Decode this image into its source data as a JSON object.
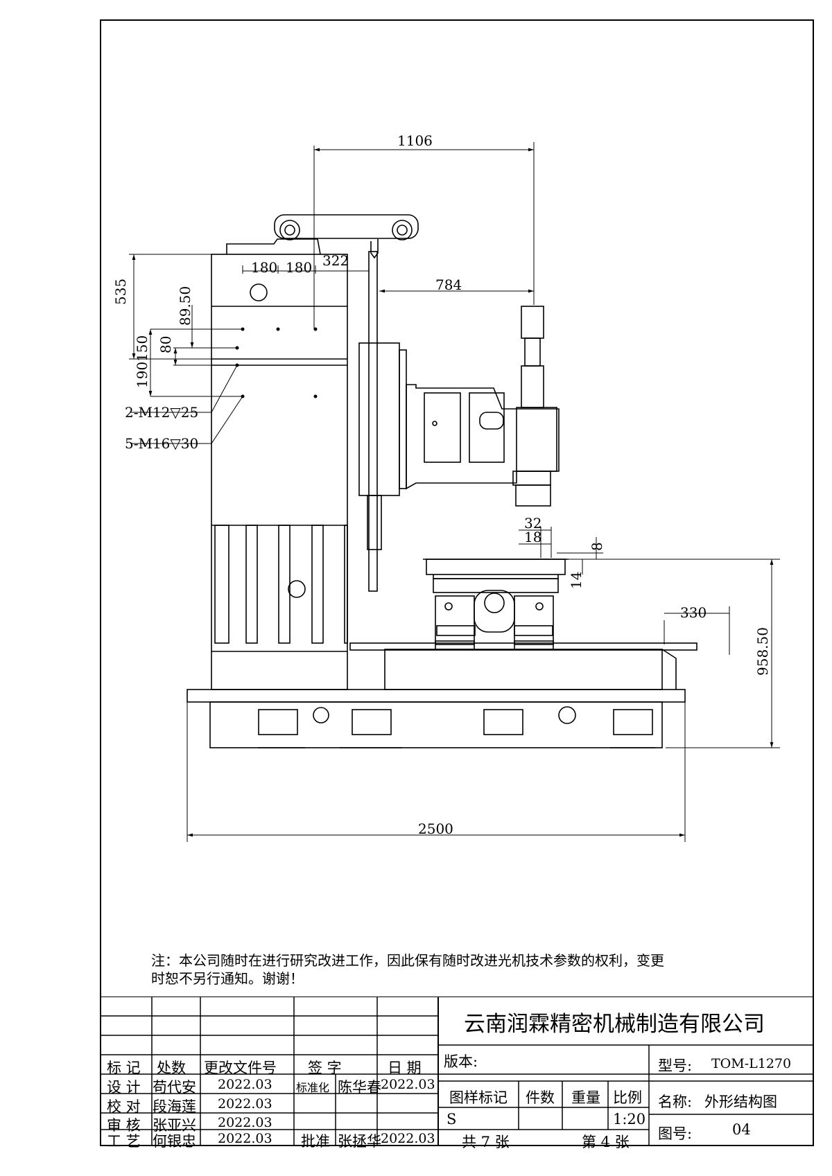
{
  "dimensions": {
    "d1106": "1106",
    "d784": "784",
    "d535": "535",
    "d180a": "180",
    "d180b": "180",
    "d322": "322",
    "d89_50": "89.50",
    "d80": "80",
    "d150": "150",
    "d190": "190",
    "d32": "32",
    "d18": "18",
    "d8": "8",
    "d14": "14",
    "d330": "330",
    "d958_50": "958.50",
    "d2500": "2500"
  },
  "callouts": {
    "m12": "2-M12▽25",
    "m16": "5-M16▽30"
  },
  "note": {
    "line1": "注：本公司随时在进行研究改进工作，因此保有随时改进光机技术参数的权利，变更",
    "line2": "时恕不另行通知。谢谢！"
  },
  "title_block": {
    "company": "云南润霖精密机械制造有限公司",
    "headers": {
      "mark": "标 记",
      "count": "处数",
      "change_doc": "更改文件号",
      "signature": "签 字",
      "date": "日 期"
    },
    "rows": [
      {
        "role": "设 计",
        "name": "苟代安",
        "date": "2022.03"
      },
      {
        "role": "校 对",
        "name": "段海莲",
        "date": "2022.03"
      },
      {
        "role": "审 核",
        "name": "张亚兴",
        "date": "2022.03"
      },
      {
        "role": "工 艺",
        "name": "何银忠",
        "date": "2022.03"
      }
    ],
    "standardization": {
      "label": "标准化",
      "name": "陈华春",
      "date": "2022.03"
    },
    "approval": {
      "label": "批准",
      "name": "张拯华",
      "date": "2022.03"
    },
    "version_label": "版本:",
    "sample_mark_label": "图样标记",
    "quantity_label": "件数",
    "weight_label": "重量",
    "scale_label": "比例",
    "sample_mark_value": "S",
    "scale_value": "1:20",
    "sheets_total": "共 7  张",
    "sheet_no": "第 4  张",
    "model_label": "型号:",
    "model_value": "TOM-L1270",
    "name_label": "名称:",
    "name_value": "外形结构图",
    "drawing_no_label": "图号:",
    "drawing_no_value": "04"
  }
}
